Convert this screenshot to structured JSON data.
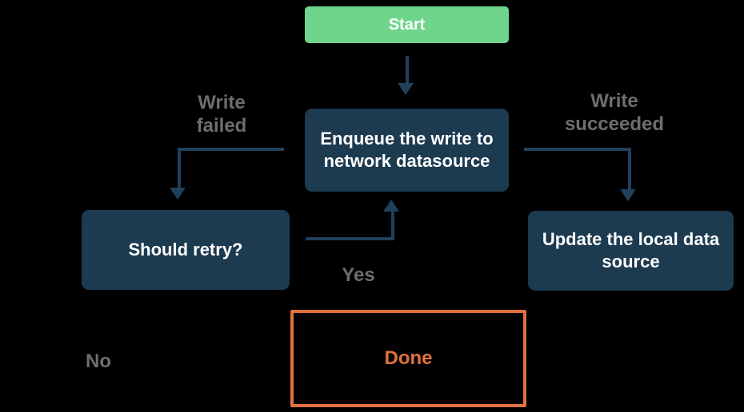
{
  "nodes": {
    "start": "Start",
    "enqueue": "Enqueue the write to network datasource",
    "should_retry": "Should retry?",
    "update_local": "Update the local data source",
    "done": "Done"
  },
  "edge_labels": {
    "write_failed": "Write failed",
    "write_succeeded": "Write succeeded",
    "yes": "Yes",
    "no": "No"
  },
  "colors": {
    "background": "#000000",
    "node_fill": "#1c3a50",
    "node_text": "#ffffff",
    "start_fill": "#6fd58c",
    "arrow": "#21405b",
    "edge_label_text": "#6e6e6e",
    "accent_orange": "#e0713e"
  }
}
